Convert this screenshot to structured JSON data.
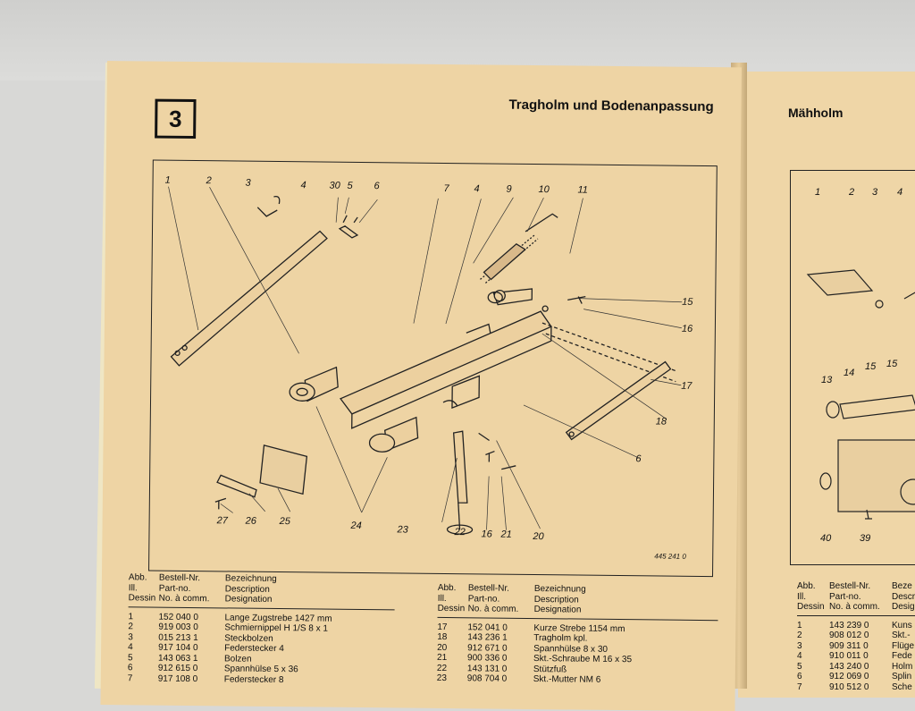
{
  "left_page": {
    "section_number": "3",
    "title": "Tragholm und Bodenanpassung",
    "drawing_code": "445 241 0",
    "callouts": [
      "1",
      "2",
      "3",
      "4",
      "30",
      "5",
      "6",
      "7",
      "4",
      "9",
      "10",
      "11",
      "15",
      "16",
      "17",
      "18",
      "6",
      "20",
      "21",
      "16",
      "22",
      "23",
      "24",
      "25",
      "26",
      "27"
    ],
    "table_headers": {
      "col1": [
        "Abb.",
        "Ill.",
        "Dessin"
      ],
      "col2": [
        "Bestell-Nr.",
        "Part-no.",
        "No. à comm."
      ],
      "col3": [
        "Bezeichnung",
        "Description",
        "Designation"
      ]
    },
    "parts_left": [
      {
        "abb": "1",
        "nr": "152 040 0",
        "bez": "Lange Zugstrebe 1427 mm"
      },
      {
        "abb": "2",
        "nr": "919 003 0",
        "bez": "Schmiernippel H 1/S 8 x 1"
      },
      {
        "abb": "3",
        "nr": "015 213 1",
        "bez": "Steckbolzen"
      },
      {
        "abb": "4",
        "nr": "917 104 0",
        "bez": "Federstecker 4"
      },
      {
        "abb": "5",
        "nr": "143 063 1",
        "bez": "Bolzen"
      },
      {
        "abb": "6",
        "nr": "912 615 0",
        "bez": "Spannhülse 5 x 36"
      },
      {
        "abb": "7",
        "nr": "917 108 0",
        "bez": "Federstecker 8"
      }
    ],
    "parts_right": [
      {
        "abb": "17",
        "nr": "152 041 0",
        "bez": "Kurze Strebe 1154 mm"
      },
      {
        "abb": "18",
        "nr": "143 236 1",
        "bez": "Tragholm kpl."
      },
      {
        "abb": "20",
        "nr": "912 671 0",
        "bez": "Spannhülse 8 x 30"
      },
      {
        "abb": "21",
        "nr": "900 336 0",
        "bez": "Skt.-Schraube M 16 x 35"
      },
      {
        "abb": "22",
        "nr": "143 131 0",
        "bez": "Stützfuß"
      },
      {
        "abb": "23",
        "nr": "908 704 0",
        "bez": "Skt.-Mutter NM 6"
      }
    ]
  },
  "right_page": {
    "title": "Mähholm",
    "callouts": [
      "1",
      "2",
      "3",
      "4",
      "13",
      "14",
      "15",
      "15",
      "40",
      "39"
    ],
    "table_headers": {
      "col1": [
        "Abb.",
        "Ill.",
        "Dessin"
      ],
      "col2": [
        "Bestell-Nr.",
        "Part-no.",
        "No. à comm."
      ],
      "col3": [
        "Beze",
        "Descr",
        "Desig"
      ]
    },
    "parts": [
      {
        "abb": "1",
        "nr": "143 239 0",
        "bez": "Kuns"
      },
      {
        "abb": "2",
        "nr": "908 012 0",
        "bez": "Skt.-"
      },
      {
        "abb": "3",
        "nr": "909 311 0",
        "bez": "Flüge"
      },
      {
        "abb": "4",
        "nr": "910 011 0",
        "bez": "Fede"
      },
      {
        "abb": "5",
        "nr": "143 240 0",
        "bez": "Holm"
      },
      {
        "abb": "6",
        "nr": "912 069 0",
        "bez": "Splin"
      },
      {
        "abb": "7",
        "nr": "910 512 0",
        "bez": "Sche"
      }
    ]
  }
}
